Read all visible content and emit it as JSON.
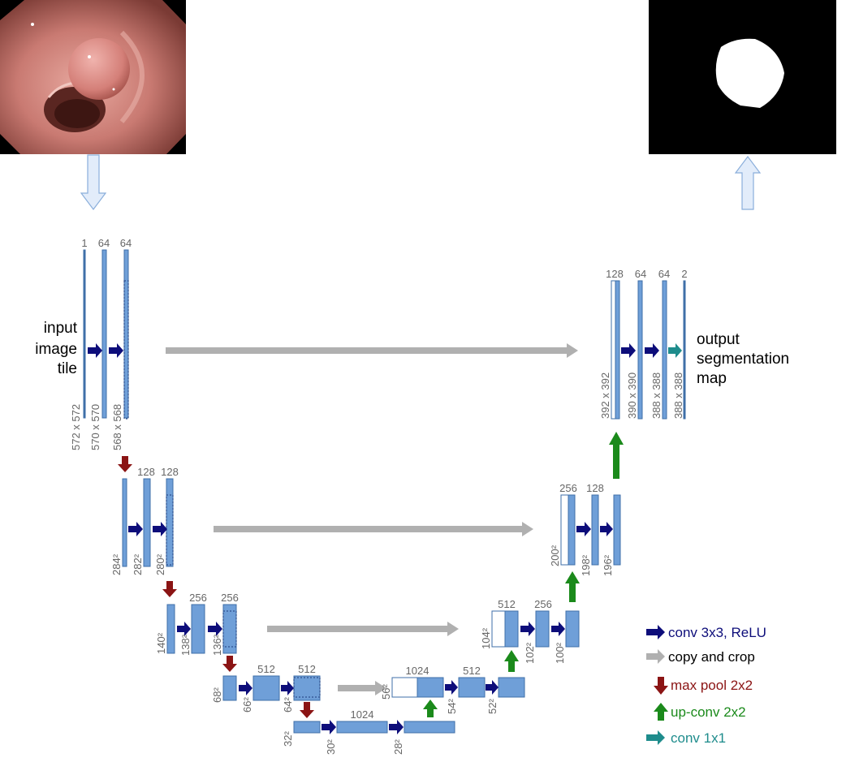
{
  "labels": {
    "input_lines": [
      "input",
      "image",
      "tile"
    ],
    "output_lines": [
      "output",
      "segmentation",
      "map"
    ]
  },
  "channels": {
    "l1": [
      "1",
      "64",
      "64"
    ],
    "l2": [
      "128",
      "128"
    ],
    "l3": [
      "256",
      "256"
    ],
    "l4": [
      "512",
      "512"
    ],
    "bottom": "1024",
    "u4": [
      "1024",
      "512"
    ],
    "u3": [
      "512",
      "256"
    ],
    "u2": [
      "256",
      "128"
    ],
    "u1": [
      "128",
      "64",
      "64",
      "2"
    ]
  },
  "sizes": {
    "l1": [
      "572 x 572",
      "570 x 570",
      "568 x 568"
    ],
    "l2": [
      "284²",
      "282²",
      "280²"
    ],
    "l3": [
      "140²",
      "138²",
      "136²"
    ],
    "l4": [
      "68²",
      "66²",
      "64²"
    ],
    "bottom": [
      "32²",
      "30²",
      "28²"
    ],
    "u4": [
      "56²",
      "54²",
      "52²"
    ],
    "u3": [
      "104²",
      "102²",
      "100²"
    ],
    "u2": [
      "200²",
      "198²",
      "196²"
    ],
    "u1": [
      "392 x 392",
      "390 x 390",
      "388 x 388",
      "388 x 388"
    ]
  },
  "legend": [
    {
      "label": "conv 3x3, ReLU",
      "color": "#0d0d7a",
      "icon": "right-arrow"
    },
    {
      "label": "copy and crop",
      "color": "#000000",
      "arrow_color": "#b0b0b0",
      "icon": "right-arrow"
    },
    {
      "label": "max pool 2x2",
      "color": "#8b1414",
      "icon": "down-arrow"
    },
    {
      "label": "up-conv 2x2",
      "color": "#1b8a1b",
      "icon": "up-arrow"
    },
    {
      "label": "conv 1x1",
      "color": "#1e8c8c",
      "icon": "right-arrow"
    }
  ],
  "colors": {
    "block_fill": "#6f9fd8",
    "block_stroke": "#3f6fa8",
    "conv_arrow": "#0d0d7a",
    "copy_arrow": "#b0b0b0",
    "pool_arrow": "#8b1414",
    "upconv_arrow": "#1b8a1b",
    "conv1x1_arrow": "#1e8c8c"
  }
}
